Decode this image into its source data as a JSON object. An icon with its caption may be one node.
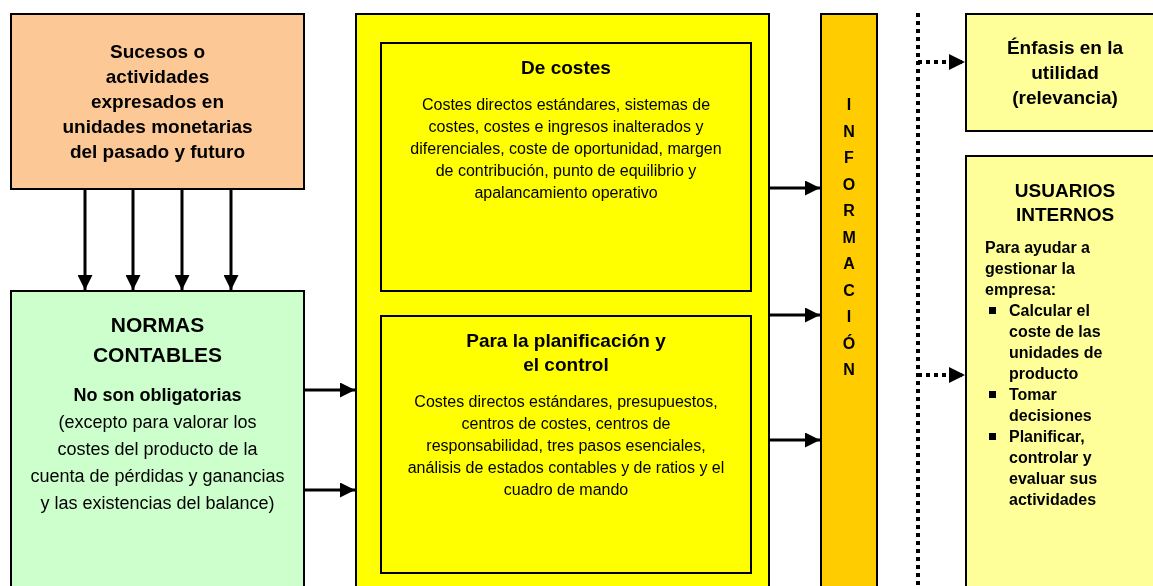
{
  "diagram": {
    "nodes": [
      {
        "text": [
          "Sucesos o actividades expresados en unidades monetarias del pasado y futuro"
        ]
      },
      {
        "text": [
          "NORMAS CONTABLES",
          "**No son obligatorias** (excepto para valorar los costes del producto de la cuenta de pérdidas y ganancias y las existencias del balance)"
        ]
      },
      {
        "text": [],
        "shape": "box"
      },
      {
        "text": [
          "De costes",
          "Costes directos estándares, sistemas de costes, costes e ingresos inalterados y diferenciales, coste de oportunidad, margen de contribución, punto de equilibrio y apalancamiento operativo"
        ],
        "in": 2
      },
      {
        "text": [
          "Para la planificación y el control",
          "Costes directos estándares, presupuestos, centros de costes, centros de responsabilidad, tres pasos esenciales, análisis de estados contables y de ratios y el cuadro de mando"
        ],
        "in": 2
      },
      {
        "text": [
          "INFORMACIÓN"
        ]
      },
      {
        "text": [
          "Énfasis en la utilidad (relevancia)"
        ]
      },
      {
        "text": [
          "USUARIOS INTERNOS",
          "Para ayudar a gestionar la empresa:",
          "Calcular el coste de las unidades de producto",
          "Tomar decisiones",
          "Planificar, controlar y evaluar sus actividades"
        ]
      }
    ],
    "edges": [
      {
        "from": 0,
        "to": 1,
        "arrow": "to"
      },
      {
        "from": 0,
        "to": 1,
        "arrow": "to"
      },
      {
        "from": 0,
        "to": 1,
        "arrow": "to"
      },
      {
        "from": 0,
        "to": 1,
        "arrow": "to"
      },
      {
        "from": 1,
        "to": 2,
        "arrow": "to"
      },
      {
        "from": 1,
        "to": 2,
        "arrow": "to"
      },
      {
        "from": 2,
        "to": 5,
        "arrow": "to"
      },
      {
        "from": 2,
        "to": 5,
        "arrow": "to"
      },
      {
        "from": 2,
        "to": 5,
        "arrow": "to"
      },
      {
        "from": null,
        "to": 6,
        "arrow": "to",
        "style": "dashed"
      },
      {
        "from": null,
        "to": 7,
        "arrow": "to",
        "style": "dashed"
      }
    ]
  }
}
